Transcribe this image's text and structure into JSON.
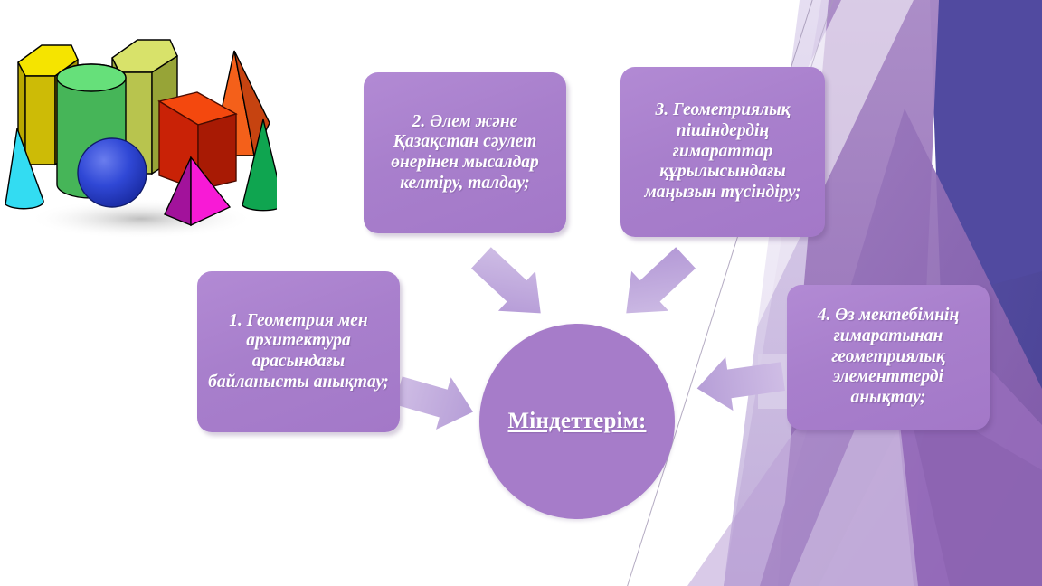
{
  "slide": {
    "background_color": "#ffffff",
    "accent_purple": "#a87fcc",
    "accent_circle": "#a67cc9",
    "accent_blue": "#514aa0",
    "arrow_color": "#c3abdd"
  },
  "center": {
    "label": "Міндеттерім:"
  },
  "tasks": [
    {
      "id": "1",
      "text": "1. Геометрия мен архитектура арасындағы байланысты анықтау;"
    },
    {
      "id": "2",
      "text": "2. Әлем және Қазақстан сәулет өнерінен мысалдар келтіру, талдау;"
    },
    {
      "id": "3",
      "text": "3. Геометриялық пішіндердің ғимараттар құрылысындағы маңызын түсіндіру;"
    },
    {
      "id": "4",
      "text": "4. Өз мектебімнің ғимаратынан геометриялық элементтерді анықтау;"
    }
  ],
  "clipart": {
    "name": "3d-geometric-solids-illustration",
    "shapes": [
      {
        "name": "yellow-hexagonal-prism",
        "color": "#f2e500"
      },
      {
        "name": "green-cylinder",
        "color": "#3faa4e"
      },
      {
        "name": "yellow-green-hexagonal-prism",
        "color": "#c8d24a"
      },
      {
        "name": "orange-pyramid",
        "color": "#f4601a"
      },
      {
        "name": "red-cube",
        "color": "#e8300e"
      },
      {
        "name": "cyan-cone",
        "color": "#2fd8f0"
      },
      {
        "name": "blue-sphere",
        "color": "#2a45d8"
      },
      {
        "name": "magenta-pyramid",
        "color": "#f312c2"
      },
      {
        "name": "green-cone",
        "color": "#0fa550"
      }
    ]
  },
  "arrows": [
    {
      "name": "arrow-box1-to-center",
      "direction": "right-down"
    },
    {
      "name": "arrow-box2-to-center",
      "direction": "down-right"
    },
    {
      "name": "arrow-box3-to-center",
      "direction": "down-left"
    },
    {
      "name": "arrow-box4-to-center",
      "direction": "left"
    }
  ],
  "decor": {
    "name": "angular-purple-background-graphic",
    "colors": [
      "#514aa0",
      "#8d62b4",
      "#a87fcc",
      "#b9a2d6",
      "#d7cbe8",
      "#e9e3f3"
    ]
  }
}
